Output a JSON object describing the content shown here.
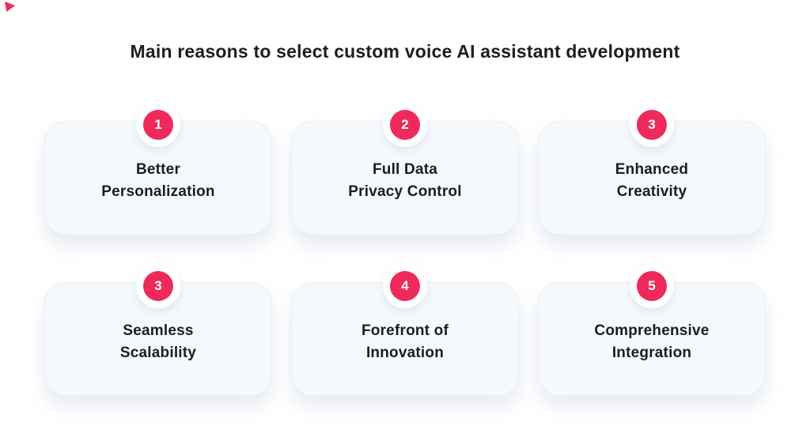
{
  "page": {
    "background_color": "#ffffff",
    "accent_color": "#ee2a5b",
    "card_background_color": "#f5f9fc",
    "title_color": "#1e1e1e"
  },
  "title": "Main reasons to select custom voice AI assistant development",
  "decoration": {
    "corner_triangle_color": "#ee2a5b"
  },
  "cards": [
    {
      "number": "1",
      "line1": "Better",
      "line2": "Personalization"
    },
    {
      "number": "2",
      "line1": "Full Data",
      "line2": "Privacy Control"
    },
    {
      "number": "3",
      "line1": "Enhanced",
      "line2": "Creativity"
    },
    {
      "number": "3",
      "line1": "Seamless",
      "line2": "Scalability"
    },
    {
      "number": "4",
      "line1": "Forefront of",
      "line2": "Innovation"
    },
    {
      "number": "5",
      "line1": "Comprehensive",
      "line2": "Integration"
    }
  ]
}
